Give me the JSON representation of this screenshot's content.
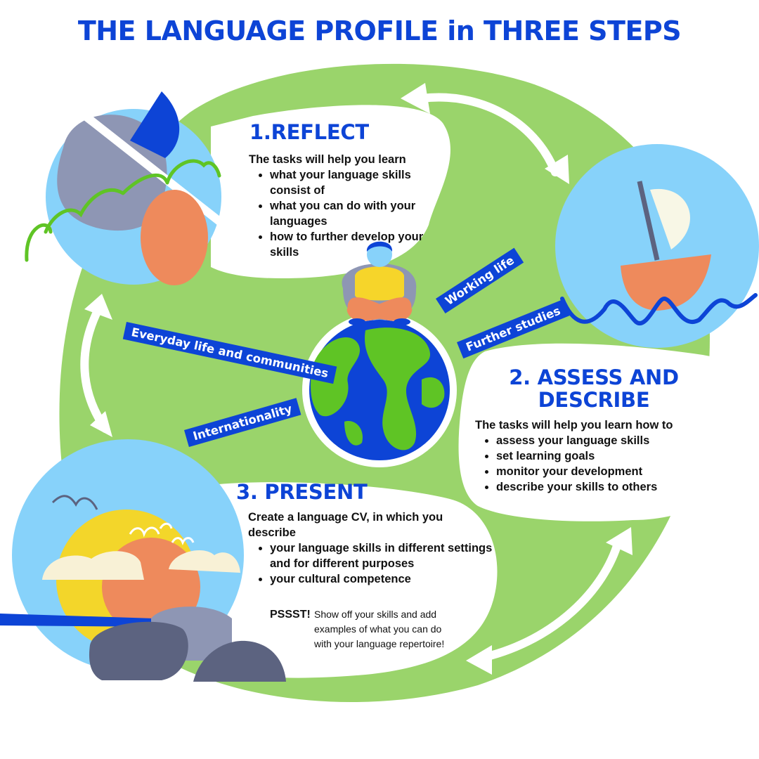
{
  "title": "THE LANGUAGE PROFILE in THREE STEPS",
  "colors": {
    "brand_blue": "#0d44d6",
    "cycle_green": "#9ad46b",
    "sky_blue": "#87d2fa",
    "coral": "#ee8a5c",
    "grey": "#8e96b4",
    "dark_grey": "#5c6380",
    "sun_yellow": "#f3d62a",
    "person_yellow": "#f6d52a",
    "land_green": "#5fc425"
  },
  "steps": {
    "reflect": {
      "heading": "1.REFLECT",
      "intro": "The tasks will help you learn",
      "items": [
        "what your language skills consist of",
        "what you can do with your languages",
        "how to further develop your skills"
      ]
    },
    "assess": {
      "heading_line1": "2. ASSESS AND",
      "heading_line2": "DESCRIBE",
      "intro": "The tasks will help you learn how to",
      "items": [
        "assess your language skills",
        "set learning goals",
        "monitor your development",
        "describe your skills to others"
      ]
    },
    "present": {
      "heading": "3. PRESENT",
      "intro": "Create a language CV, in which you describe",
      "items": [
        "your language skills in different settings and for different purposes",
        "your cultural competence"
      ],
      "pssst_label": "PSSST!",
      "pssst_text": "Show off your skills and add examples of what you can do with your language repertoire!"
    }
  },
  "tags": {
    "working_life": "Working life",
    "further_studies": "Further studies",
    "everyday_life": "Everyday life and communities",
    "internationality": "Internationality"
  },
  "icons": {
    "reflect": "plant-shovel-icon",
    "assess": "sailboat-icon",
    "present": "sunset-landscape-icon",
    "center": "person-on-globe-icon",
    "arrows": "double-arrow-icon"
  }
}
